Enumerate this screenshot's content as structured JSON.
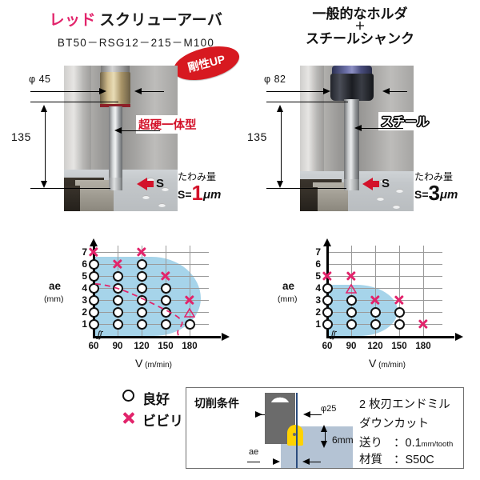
{
  "left_panel": {
    "title_red": "レッド",
    "title_black": "スクリューアーバ",
    "model_code": "BT50－RSG12－215－M100",
    "badge": "剛性UP",
    "dim_diameter": "φ 45",
    "dim_length": "135",
    "callout": "超硬一体型",
    "s_arrow_label": "S",
    "deflection_label": "たわみ量",
    "deflection_prefix": "S=",
    "deflection_value": "1",
    "deflection_unit": "μm"
  },
  "right_panel": {
    "title_line1": "一般的なホルダ",
    "title_plus": "＋",
    "title_line2": "スチールシャンク",
    "dim_diameter": "φ 82",
    "dim_length": "135",
    "callout": "スチール",
    "s_arrow_label": "S",
    "deflection_label": "たわみ量",
    "deflection_prefix": "S=",
    "deflection_value": "3",
    "deflection_unit": "μm"
  },
  "legend": {
    "good_label": "良好",
    "chatter_label": "ビビリ",
    "good_symbol": "circle-marker",
    "chatter_symbol": "cross-marker"
  },
  "conditions": {
    "title": "切削条件",
    "dim_tool_dia": "φ25",
    "dim_depth": "6mm",
    "dim_ae": "ae",
    "line1": "2 枚刃エンドミル",
    "line2": "ダウンカット",
    "line3_label": "送り",
    "line3_sep": "：",
    "line3_value": "0.1",
    "line3_unit": "mm/tooth",
    "line4_label": "材質",
    "line4_sep": "：",
    "line4_value": "S50C"
  },
  "chart_data": [
    {
      "type": "scatter",
      "title": "レッド スクリューアーバ 切削領域",
      "xlabel": "V",
      "xlabel_unit": "(m/min)",
      "ylabel": "ae",
      "ylabel_unit": "(mm)",
      "x": [
        60,
        90,
        120,
        150,
        180
      ],
      "y_ticks": [
        1,
        2,
        3,
        4,
        5,
        6,
        7
      ],
      "xlim": [
        45,
        200
      ],
      "ylim": [
        0,
        7.6
      ],
      "grid": true,
      "axis_break": true,
      "points": [
        {
          "v": 60,
          "ae": 7,
          "mark": "x"
        },
        {
          "v": 60,
          "ae": 6,
          "mark": "o"
        },
        {
          "v": 60,
          "ae": 5,
          "mark": "o"
        },
        {
          "v": 60,
          "ae": 4,
          "mark": "o"
        },
        {
          "v": 60,
          "ae": 3,
          "mark": "o"
        },
        {
          "v": 60,
          "ae": 2,
          "mark": "o"
        },
        {
          "v": 60,
          "ae": 1,
          "mark": "o"
        },
        {
          "v": 90,
          "ae": 6,
          "mark": "x"
        },
        {
          "v": 90,
          "ae": 5,
          "mark": "o"
        },
        {
          "v": 90,
          "ae": 4,
          "mark": "o"
        },
        {
          "v": 90,
          "ae": 3,
          "mark": "o"
        },
        {
          "v": 90,
          "ae": 2,
          "mark": "o"
        },
        {
          "v": 90,
          "ae": 1,
          "mark": "o"
        },
        {
          "v": 120,
          "ae": 7,
          "mark": "x"
        },
        {
          "v": 120,
          "ae": 6,
          "mark": "o"
        },
        {
          "v": 120,
          "ae": 5,
          "mark": "o"
        },
        {
          "v": 120,
          "ae": 4,
          "mark": "o"
        },
        {
          "v": 120,
          "ae": 3,
          "mark": "o"
        },
        {
          "v": 120,
          "ae": 2,
          "mark": "o"
        },
        {
          "v": 120,
          "ae": 1,
          "mark": "o"
        },
        {
          "v": 150,
          "ae": 5,
          "mark": "x"
        },
        {
          "v": 150,
          "ae": 4,
          "mark": "o"
        },
        {
          "v": 150,
          "ae": 3,
          "mark": "o"
        },
        {
          "v": 150,
          "ae": 2,
          "mark": "o"
        },
        {
          "v": 150,
          "ae": 1,
          "mark": "o"
        },
        {
          "v": 180,
          "ae": 3,
          "mark": "x"
        },
        {
          "v": 180,
          "ae": 2,
          "mark": "triangle"
        },
        {
          "v": 180,
          "ae": 1,
          "mark": "o"
        }
      ],
      "region_fill": "#a6d4ea",
      "reference_curve": "dashed-pink"
    },
    {
      "type": "scatter",
      "title": "一般的なホルダ＋スチールシャンク 切削領域",
      "xlabel": "V",
      "xlabel_unit": "(m/min)",
      "ylabel": "ae",
      "ylabel_unit": "(mm)",
      "x": [
        60,
        90,
        120,
        150,
        180
      ],
      "y_ticks": [
        1,
        2,
        3,
        4,
        5,
        6,
        7
      ],
      "xlim": [
        45,
        200
      ],
      "ylim": [
        0,
        7.6
      ],
      "grid": true,
      "axis_break": true,
      "points": [
        {
          "v": 60,
          "ae": 5,
          "mark": "x"
        },
        {
          "v": 60,
          "ae": 4,
          "mark": "o"
        },
        {
          "v": 60,
          "ae": 3,
          "mark": "o"
        },
        {
          "v": 60,
          "ae": 2,
          "mark": "o"
        },
        {
          "v": 60,
          "ae": 1,
          "mark": "o"
        },
        {
          "v": 90,
          "ae": 5,
          "mark": "x"
        },
        {
          "v": 90,
          "ae": 4,
          "mark": "triangle"
        },
        {
          "v": 90,
          "ae": 3,
          "mark": "o"
        },
        {
          "v": 90,
          "ae": 2,
          "mark": "o"
        },
        {
          "v": 90,
          "ae": 1,
          "mark": "o"
        },
        {
          "v": 120,
          "ae": 3,
          "mark": "x"
        },
        {
          "v": 120,
          "ae": 2,
          "mark": "o"
        },
        {
          "v": 120,
          "ae": 1,
          "mark": "o"
        },
        {
          "v": 150,
          "ae": 3,
          "mark": "x"
        },
        {
          "v": 150,
          "ae": 2,
          "mark": "o"
        },
        {
          "v": 150,
          "ae": 1,
          "mark": "o"
        },
        {
          "v": 180,
          "ae": 1,
          "mark": "x"
        }
      ],
      "region_fill": "#a6d4ea"
    }
  ],
  "colors": {
    "accent_red": "#d3122a",
    "badge_red": "#d71920",
    "marker_pink": "#e2246b",
    "region_blue": "#a6d4ea",
    "insert_yellow": "#ffd200",
    "workpiece_blue": "#b4c3d4"
  }
}
